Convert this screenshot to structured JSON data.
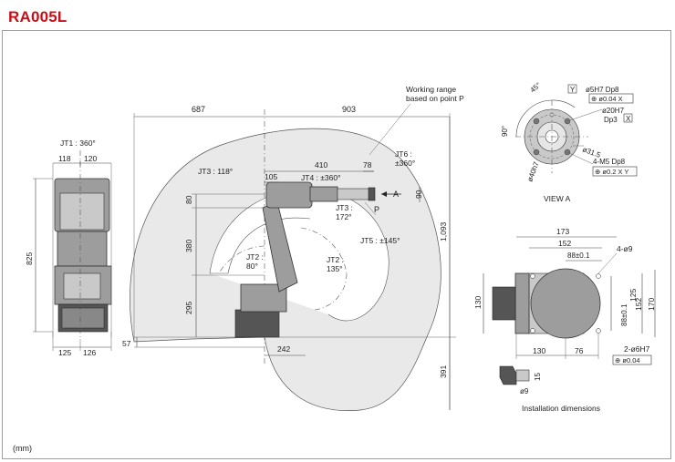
{
  "title": "RA005L",
  "unit_note": "(mm)",
  "side_view": {
    "jt1": "JT1 : 360°",
    "w_top_left": "118",
    "w_top_right": "120",
    "height": "825",
    "w_bot_left": "125",
    "w_bot_right": "126"
  },
  "main_view": {
    "d_687": "687",
    "d_903": "903",
    "working_range": "Working range",
    "working_range_2": "based on point P",
    "jt3_118": "JT3 : 118°",
    "jt4": "JT4 : ±360°",
    "jt6": "JT6 :",
    "jt6_val": "±360°",
    "d_410": "410",
    "d_105": "105",
    "d_78": "78",
    "d_80": "80",
    "d_90": "90",
    "label_a": "A",
    "label_p": "P",
    "jt3_172a": "JT3 :",
    "jt3_172b": "172°",
    "d_380": "380",
    "jt5": "JT5 : ±145°",
    "d_1093": "1,093",
    "jt2_80a": "JT2 :",
    "jt2_80b": "80°",
    "jt2_135a": "JT2 :",
    "jt2_135b": "135°",
    "d_295": "295",
    "d_57": "57",
    "d_242": "242",
    "d_391": "391"
  },
  "view_a": {
    "angle_45": "45°",
    "angle_90": "90°",
    "datum_y": "Y",
    "hole_5h7": "ø5H7 Dp8",
    "tol_1": "⊕ ø0.04 X",
    "hole_20h7": "ø20H7",
    "dp3": "Dp3",
    "datum_x": "X",
    "pcd_315": "ø31.5",
    "dia_40h7": "ø40h7",
    "m5": "4-M5 Dp8",
    "tol_2": "⊕ ø0.2 X Y",
    "caption": "VIEW  A"
  },
  "install": {
    "d_173": "173",
    "d_152": "152",
    "d_88": "88±0.1",
    "holes_9": "4-ø9",
    "d_130_left": "130",
    "d_125": "125",
    "d_88v": "88±0.1",
    "d_152v": "152",
    "d_170": "170",
    "d_130_bot": "130",
    "d_76": "76",
    "pins": "2-ø6H7",
    "tol_3": "⊕ ø0.04",
    "d_15": "15",
    "d_9": "ø9",
    "caption": "Installation dimensions"
  }
}
